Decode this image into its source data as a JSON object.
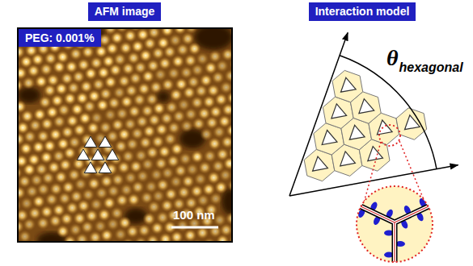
{
  "diagram": {
    "nodes": [
      {
        "text": [
          "AFM image"
        ]
      },
      {
        "text": [
          "Interaction model"
        ]
      },
      {
        "text": [
          "PEG: 0.001%"
        ]
      }
    ],
    "labels": [
      "100 nm",
      "θ",
      "hexagonal"
    ]
  }
}
